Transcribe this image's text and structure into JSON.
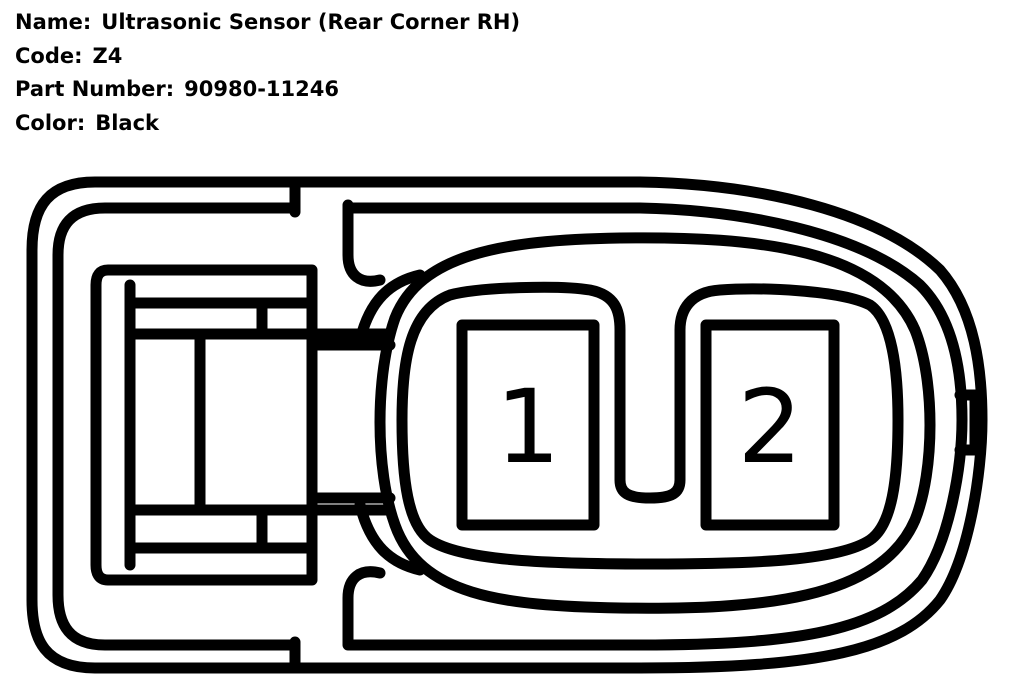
{
  "info": {
    "name_label": "Name:",
    "name_value": "Ultrasonic Sensor (Rear Corner RH)",
    "code_label": "Code:",
    "code_value": "Z4",
    "part_label": "Part Number:",
    "part_value": "90980-11246",
    "color_label": "Color:",
    "color_value": "Black"
  },
  "connector": {
    "pins": [
      {
        "number": "1"
      },
      {
        "number": "2"
      }
    ],
    "line_color": "#000000",
    "background_color": "#ffffff"
  }
}
